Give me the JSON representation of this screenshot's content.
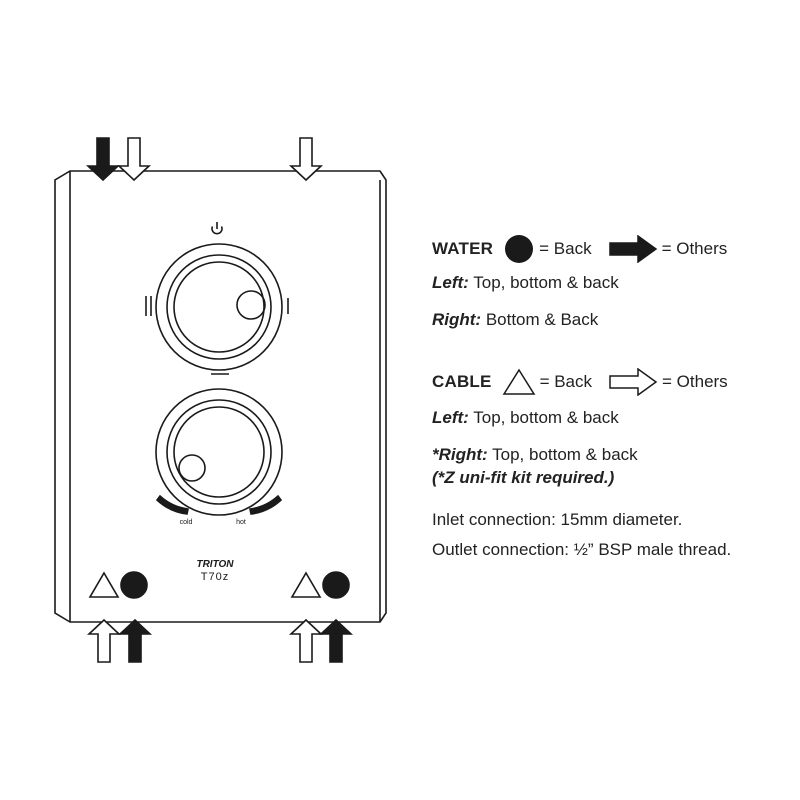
{
  "unit": {
    "brand": "TRITON",
    "model": "T70z",
    "cold_label": "cold",
    "hot_label": "hot"
  },
  "legend": {
    "water": {
      "heading": "WATER",
      "back_label": "= Back",
      "others_label": "= Others",
      "left_side": "Left:",
      "left_text": " Top, bottom & back",
      "right_side": "Right:",
      "right_text": " Bottom & Back"
    },
    "cable": {
      "heading": "CABLE",
      "back_label": "= Back",
      "others_label": "= Others",
      "left_side": "Left:",
      "left_text": " Top, bottom & back",
      "right_side": "*Right:",
      "right_text": " Top, bottom & back",
      "note": "(*Z uni-fit kit required.)"
    },
    "specs": {
      "inlet": "Inlet connection: 15mm diameter.",
      "outlet": "Outlet connection: ½” BSP male thread."
    }
  },
  "colors": {
    "ink": "#1a1a1a",
    "background": "#ffffff"
  }
}
